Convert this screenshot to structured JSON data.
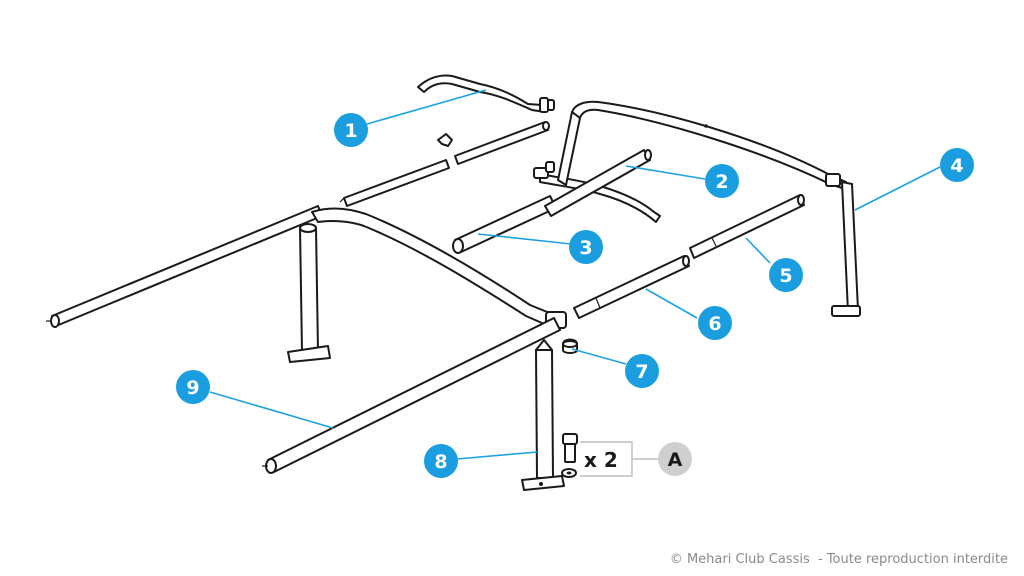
{
  "callouts": [
    {
      "id": "1",
      "label": "1"
    },
    {
      "id": "2",
      "label": "2"
    },
    {
      "id": "3",
      "label": "3"
    },
    {
      "id": "4",
      "label": "4"
    },
    {
      "id": "5",
      "label": "5"
    },
    {
      "id": "6",
      "label": "6"
    },
    {
      "id": "7",
      "label": "7"
    },
    {
      "id": "8",
      "label": "8"
    },
    {
      "id": "9",
      "label": "9"
    }
  ],
  "hardware": {
    "quantity": "x 2",
    "reference": "A"
  },
  "footer": {
    "copyright": "© Mehari Club Cassis  - Toute reproduction interdite"
  },
  "colors": {
    "callout": "#1a9ee0",
    "leader": "#1ea2e0",
    "reference": "#cfcfcf",
    "line_art": "#1a1a1a"
  }
}
